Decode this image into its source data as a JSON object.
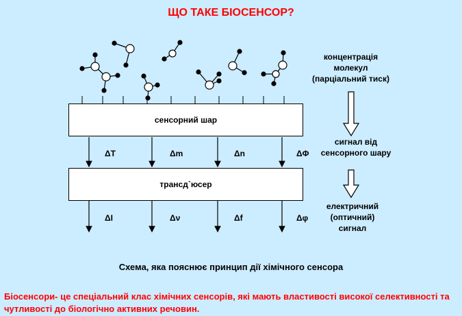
{
  "title": "ЩО ТАКЕ БІОСЕНСОР?",
  "sensor_layer_label": "сенсорний шар",
  "transducer_label": "трансд`юсер",
  "side_labels": {
    "concentration": [
      "концентрація",
      "молекул",
      "(парціальний тиск)"
    ],
    "sensor_signal": [
      "сигнал  від",
      "сенсорного шару"
    ],
    "output_signal": [
      "електричний",
      "(оптичний)",
      "сигнал"
    ]
  },
  "deltas_top": [
    "ΔT",
    "Δm",
    "Δn",
    "ΔΦ"
  ],
  "deltas_bottom": [
    "ΔI",
    "Δν",
    "Δf",
    "Δφ"
  ],
  "caption": "Схема, яка пояснює принцип дії хімічного сенсора",
  "definition": "Біосенсори- це спеціальний клас хімічних сенсорів, які мають властивості високої селективності та чутливості до біологічно активних речовин.",
  "colors": {
    "background": "#CCECFF",
    "accent_text": "#FF0000"
  }
}
